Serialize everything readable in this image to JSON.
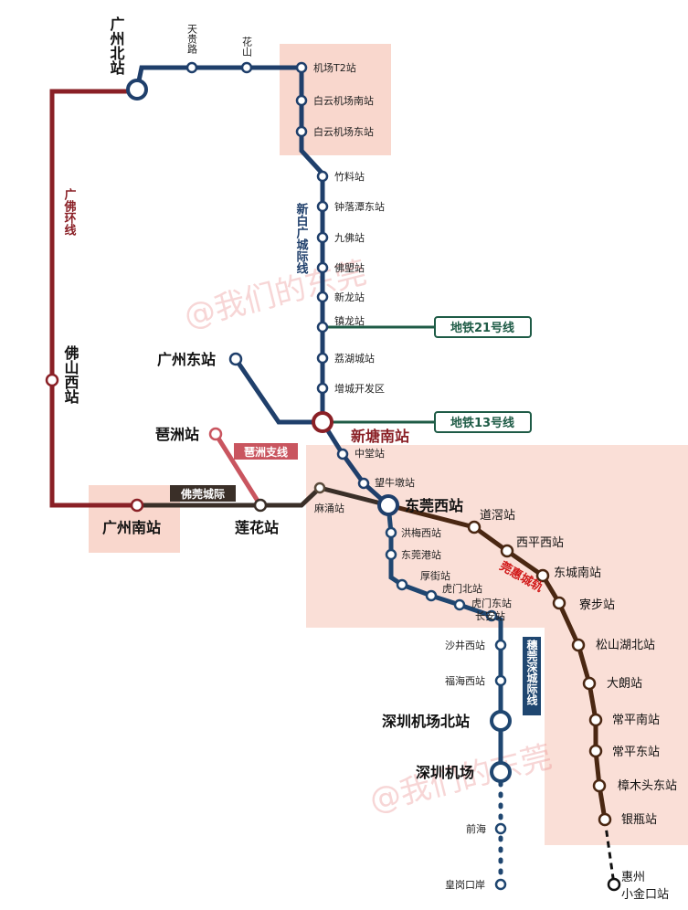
{
  "colors": {
    "xinbai_line": "#1f3f6b",
    "guangfo_ring": "#8a2026",
    "foguan_line": "#3a2f28",
    "pizhou_line": "#c9555f",
    "guanhui_line": "#4a2712",
    "suiguan_line": "#1f4670",
    "metro_box": "#1e5b46",
    "highlight_zone": "#f7c9bc",
    "line_label_red": "#d11a1a"
  },
  "labels": {
    "guangzhou_north": "广州北站",
    "tianguilu": "天贵路",
    "huashan": "花山",
    "airport_t2": "机场T2站",
    "baiyun_south": "白云机场南站",
    "baiyun_east": "白云机场东站",
    "zhuliao": "竹料站",
    "zhongluotan_east": "钟落潭东站",
    "jiufo": "九佛站",
    "fosu": "佛塱站",
    "xinlong": "新龙站",
    "zhenlong": "镇龙站",
    "lihucheng": "荔湖城站",
    "zengcheng_dev": "增城开发区",
    "guangzhou_east": "广州东站",
    "xintang_south": "新塘南站",
    "pizhou": "琶洲站",
    "zhongtang": "中堂站",
    "wangniudun": "望牛墩站",
    "machong": "麻涌站",
    "dongguan_west": "东莞西站",
    "daojiao": "道滘站",
    "xiping_west": "西平西站",
    "dongcheng_south": "东城南站",
    "liaobu": "寮步站",
    "songshanhu_north": "松山湖北站",
    "dalang": "大朗站",
    "changping_south": "常平南站",
    "changping_east": "常平东站",
    "zhangmutou_east": "樟木头东站",
    "yinping": "银瓶站",
    "huizhou_xiaojinkou_1": "惠州",
    "huizhou_xiaojinkou_2": "小金口站",
    "hongmei_west": "洪梅西站",
    "dongguangang": "东莞港站",
    "houjie": "厚街站",
    "humen_north": "虎门北站",
    "humen_east": "虎门东站",
    "changan": "长安站",
    "shajing_west": "沙井西站",
    "fuhai_west": "福海西站",
    "sz_airport_north": "深圳机场北站",
    "sz_airport": "深圳机场",
    "qianhai": "前海",
    "huanggang": "皇岗口岸",
    "foshan_west": "佛山西站",
    "guangzhou_south": "广州南站",
    "lianhua": "莲花站",
    "guangfo_ring_name": "广佛环线",
    "xinbai_line_name": "新白广城际线",
    "foguan_line_name": "佛莞城际",
    "pizhou_line_name": "琶洲支线",
    "guanhui_line_name": "莞惠城轨",
    "suiguan_line_name": "穗莞深城际线",
    "metro21": "地铁21号线",
    "metro13": "地铁13号线",
    "watermark": "@我们的东莞"
  }
}
